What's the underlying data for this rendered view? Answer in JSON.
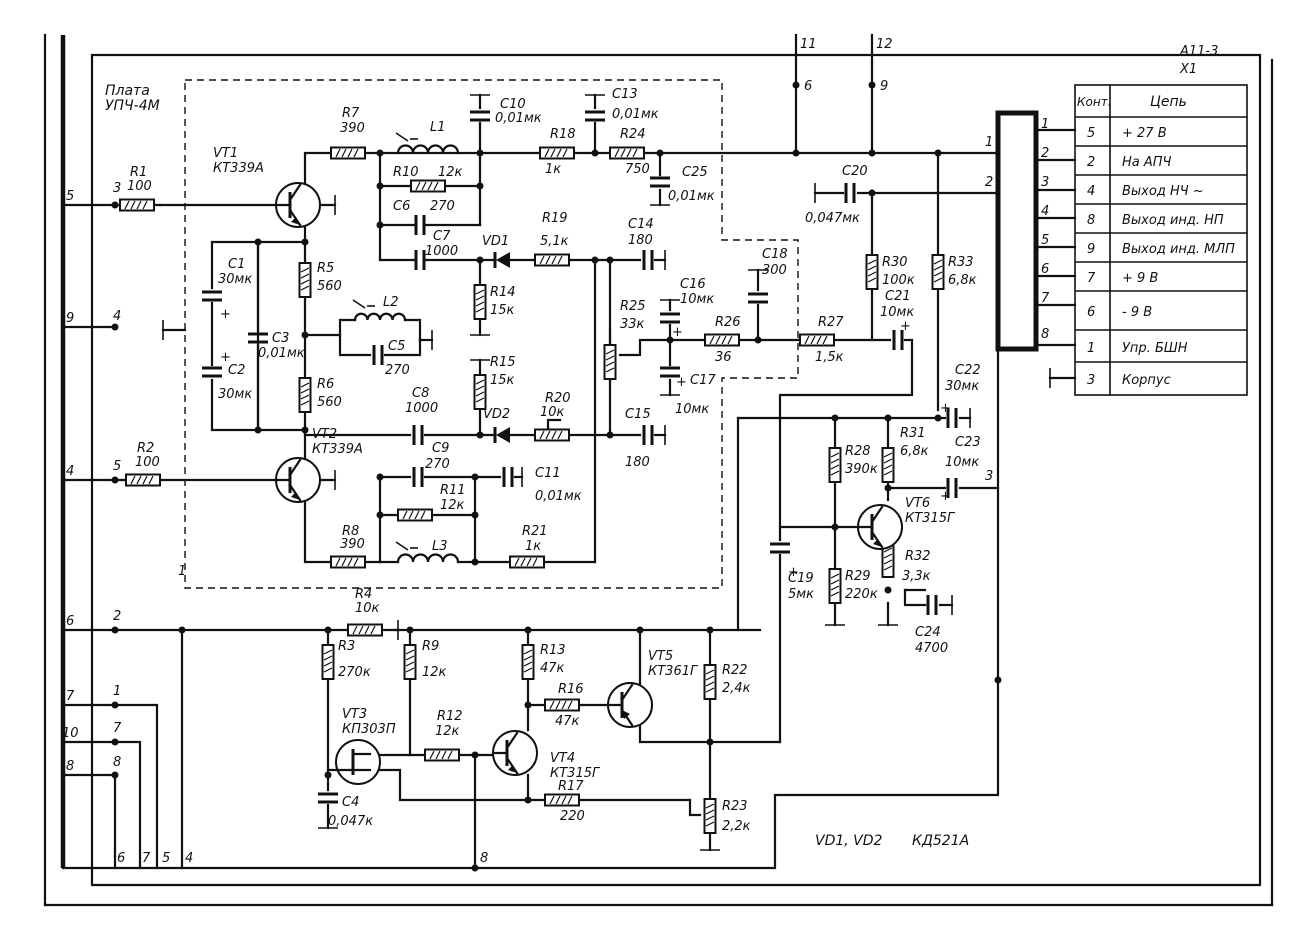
{
  "board": {
    "title": "Плата",
    "model": "УПЧ-4М"
  },
  "block_ref": "А11-3",
  "connector": {
    "name": "X1",
    "pins": [
      "1",
      "2",
      "3",
      "4",
      "5",
      "6",
      "7",
      "8"
    ]
  },
  "table": {
    "headers": [
      "Конт.",
      "Цепь"
    ],
    "rows": [
      {
        "contact": "5",
        "circuit": "+ 27 В"
      },
      {
        "contact": "2",
        "circuit": "На АПЧ"
      },
      {
        "contact": "4",
        "circuit": "Выход НЧ ~"
      },
      {
        "contact": "8",
        "circuit": "Выход инд. НП"
      },
      {
        "contact": "9",
        "circuit": "Выход инд. МЛП"
      },
      {
        "contact": "7",
        "circuit": "+ 9 В"
      },
      {
        "contact": "6",
        "circuit": "- 9 В"
      },
      {
        "contact": "1",
        "circuit": "Упр. БШН"
      },
      {
        "contact": "3",
        "circuit": "Корпус"
      }
    ]
  },
  "footnote": {
    "diodes": "VD1, VD2",
    "type": "КД521А"
  },
  "terminals": {
    "left_outer": [
      "5",
      "9",
      "4",
      "6",
      "7",
      "10",
      "8"
    ],
    "left_inner": [
      "3",
      "4",
      "5",
      "2",
      "1",
      "7",
      "8"
    ],
    "bottom": [
      "6",
      "7",
      "5",
      "4",
      "8"
    ],
    "top": [
      "11",
      "12",
      "6",
      "9"
    ],
    "right": [
      "1",
      "2",
      "3"
    ],
    "board": [
      "1"
    ]
  },
  "components": {
    "R1": {
      "ref": "R1",
      "value": "100"
    },
    "R2": {
      "ref": "R2",
      "value": "100"
    },
    "R3": {
      "ref": "R3",
      "value": "270к"
    },
    "R4": {
      "ref": "R4",
      "value": "10к"
    },
    "R5": {
      "ref": "R5",
      "value": "560"
    },
    "R6": {
      "ref": "R6",
      "value": "560"
    },
    "R7": {
      "ref": "R7",
      "value": "390"
    },
    "R8": {
      "ref": "R8",
      "value": "390"
    },
    "R9": {
      "ref": "R9",
      "value": "12к"
    },
    "R10": {
      "ref": "R10",
      "value": "12к"
    },
    "R11": {
      "ref": "R11",
      "value": "12к"
    },
    "R12": {
      "ref": "R12",
      "value": "12к"
    },
    "R13": {
      "ref": "R13",
      "value": "47к"
    },
    "R14": {
      "ref": "R14",
      "value": "15к"
    },
    "R15": {
      "ref": "R15",
      "value": "15к"
    },
    "R16": {
      "ref": "R16",
      "value": "47к"
    },
    "R17": {
      "ref": "R17",
      "value": "220"
    },
    "R18": {
      "ref": "R18",
      "value": "1к"
    },
    "R19": {
      "ref": "R19",
      "value": "5,1к"
    },
    "R20": {
      "ref": "R20",
      "value": "10к"
    },
    "R21": {
      "ref": "R21",
      "value": "1к"
    },
    "R22": {
      "ref": "R22",
      "value": "2,4к"
    },
    "R23": {
      "ref": "R23",
      "value": "2,2к"
    },
    "R24": {
      "ref": "R24",
      "value": "750"
    },
    "R25": {
      "ref": "R25",
      "value": "33к"
    },
    "R26": {
      "ref": "R26",
      "value": "36"
    },
    "R27": {
      "ref": "R27",
      "value": "1,5к"
    },
    "R28": {
      "ref": "R28",
      "value": "390к"
    },
    "R29": {
      "ref": "R29",
      "value": "220к"
    },
    "R30": {
      "ref": "R30",
      "value": "100к"
    },
    "R31": {
      "ref": "R31",
      "value": "6,8к"
    },
    "R32": {
      "ref": "R32",
      "value": "3,3к"
    },
    "R33": {
      "ref": "R33",
      "value": "6,8к"
    },
    "C1": {
      "ref": "C1",
      "value": "30мк"
    },
    "C2": {
      "ref": "C2",
      "value": "30мк"
    },
    "C3": {
      "ref": "C3",
      "value": "0,01мк"
    },
    "C4": {
      "ref": "C4",
      "value": "0,047к"
    },
    "C5": {
      "ref": "C5",
      "value": "270"
    },
    "C6": {
      "ref": "C6",
      "value": "270"
    },
    "C7": {
      "ref": "C7",
      "value": "1000"
    },
    "C8": {
      "ref": "C8",
      "value": "1000"
    },
    "C9": {
      "ref": "C9",
      "value": "270"
    },
    "C10": {
      "ref": "C10",
      "value": "0,01мк"
    },
    "C11": {
      "ref": "C11",
      "value": "0,01мк"
    },
    "C13": {
      "ref": "C13",
      "value": "0,01мк"
    },
    "C14": {
      "ref": "C14",
      "value": "180"
    },
    "C15": {
      "ref": "C15",
      "value": "180"
    },
    "C16": {
      "ref": "C16",
      "value": "10мк"
    },
    "C17": {
      "ref": "C17",
      "value": "10мк"
    },
    "C18": {
      "ref": "C18",
      "value": "300"
    },
    "C19": {
      "ref": "C19",
      "value": "5мк"
    },
    "C20": {
      "ref": "C20",
      "value": "0,047мк"
    },
    "C21": {
      "ref": "C21",
      "value": "10мк"
    },
    "C22": {
      "ref": "C22",
      "value": "30мк"
    },
    "C23": {
      "ref": "C23",
      "value": "10мк"
    },
    "C24": {
      "ref": "C24",
      "value": "4700"
    },
    "C25": {
      "ref": "C25",
      "value": "0,01мк"
    },
    "L1": {
      "ref": "L1"
    },
    "L2": {
      "ref": "L2"
    },
    "L3": {
      "ref": "L3"
    },
    "VD1": {
      "ref": "VD1"
    },
    "VD2": {
      "ref": "VD2"
    },
    "VT1": {
      "ref": "VT1",
      "type": "КТ339А"
    },
    "VT2": {
      "ref": "VT2",
      "type": "КТ339А"
    },
    "VT3": {
      "ref": "VT3",
      "type": "КП303П"
    },
    "VT4": {
      "ref": "VT4",
      "type": "КТ315Г"
    },
    "VT5": {
      "ref": "VT5",
      "type": "КТ361Г"
    },
    "VT6": {
      "ref": "VT6",
      "type": "КТ315Г"
    }
  }
}
